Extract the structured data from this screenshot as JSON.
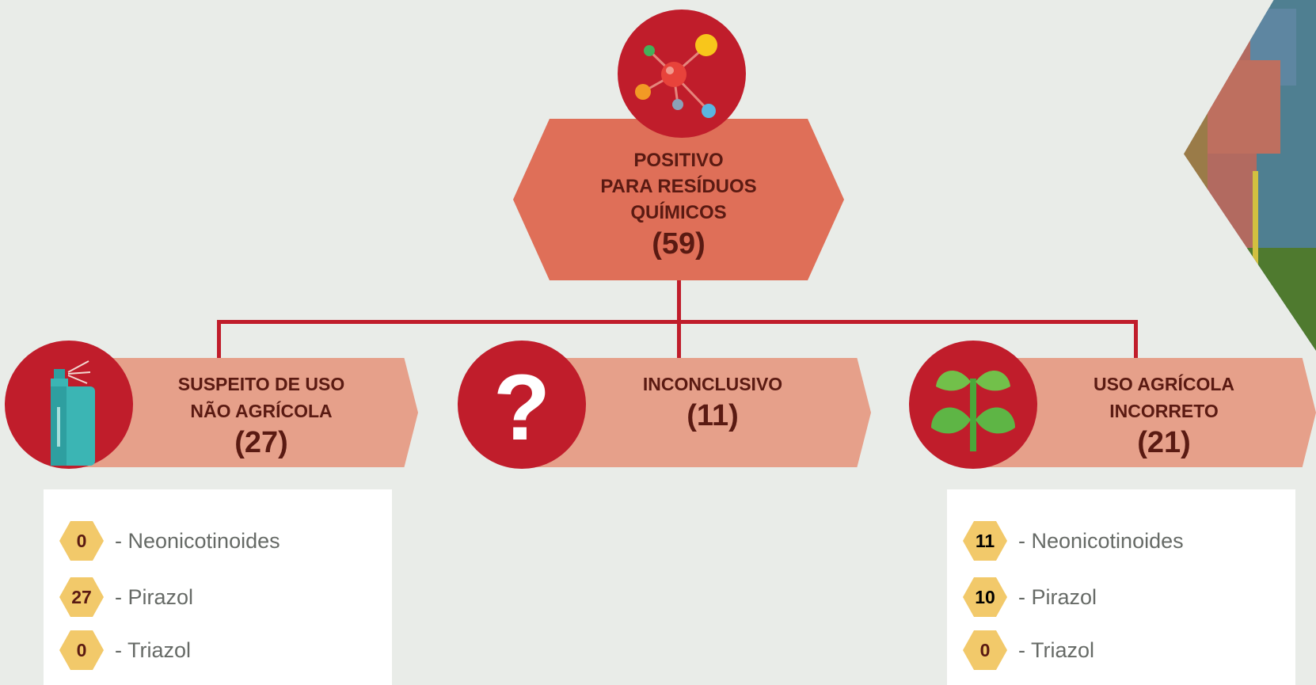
{
  "root": {
    "title_line1": "POSITIVO",
    "title_line2": "PARA RESÍDUOS",
    "title_line3": "QUÍMICOS",
    "count": "(59)",
    "icon": "molecule-icon"
  },
  "categories": [
    {
      "line1": "SUSPEITO DE USO",
      "line2": "NÃO AGRÍCOLA",
      "count": "(27)",
      "icon": "spray-can-icon",
      "items": [
        {
          "value": "0",
          "label": "- Neonicotinoides"
        },
        {
          "value": "27",
          "label": "- Pirazol"
        },
        {
          "value": "0",
          "label": "- Triazol"
        }
      ]
    },
    {
      "line1": "INCONCLUSIVO",
      "line2": "",
      "count": "(11)",
      "icon": "question-mark-icon"
    },
    {
      "line1": "USO AGRÍCOLA",
      "line2": "INCORRETO",
      "count": "(21)",
      "icon": "sprout-icon",
      "items": [
        {
          "value": "11",
          "label": "- Neonicotinoides"
        },
        {
          "value": "10",
          "label": "- Pirazol"
        },
        {
          "value": "0",
          "label": "- Triazol"
        }
      ]
    }
  ],
  "colors": {
    "background": "#e9ece8",
    "primary_red": "#c01d2b",
    "root_salmon": "#df6f58",
    "category_salmon": "#e6a08a",
    "badge_yellow": "#f2c96a",
    "text_dark": "#5a1a12"
  }
}
